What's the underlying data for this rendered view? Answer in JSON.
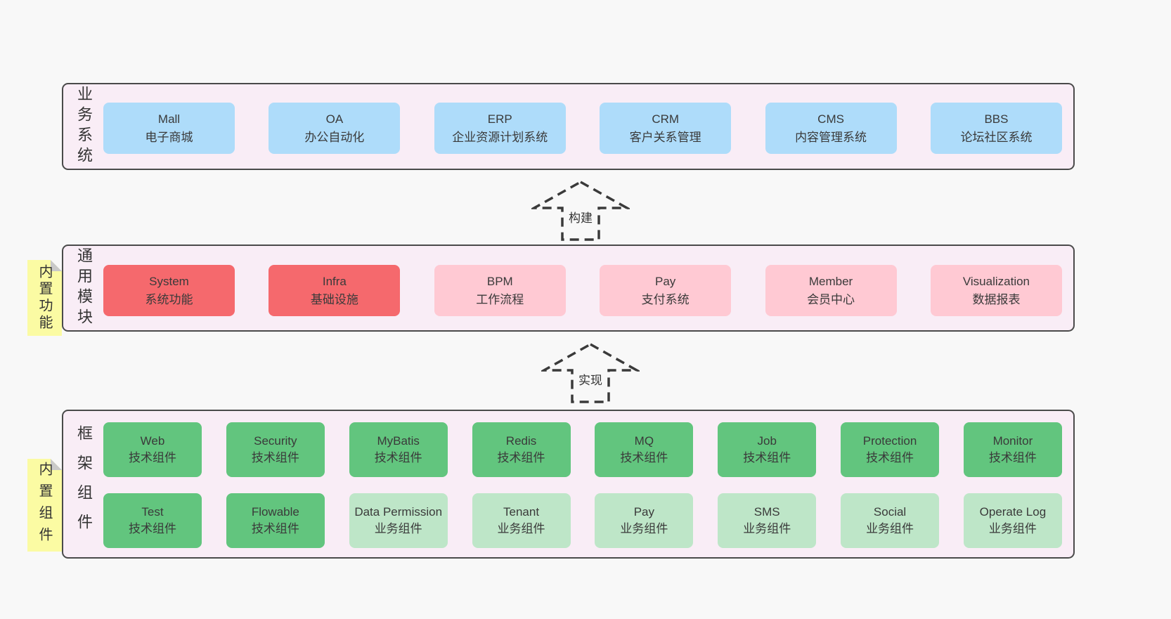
{
  "colors": {
    "page_bg": "#f8f8f8",
    "layer_bg": "#f9edf6",
    "layer_border": "#4a4a4a",
    "blue": "#aedcfa",
    "red": "#f5696d",
    "pink": "#ffc9d3",
    "green_dark": "#62c57e",
    "green_light": "#bee6c8",
    "note_yellow": "#fbfba3",
    "note_fold": "#c9c9c9",
    "text": "#3a3a3a"
  },
  "arrows": [
    {
      "label": "构建"
    },
    {
      "label": "实现"
    }
  ],
  "notes": [
    {
      "label": "内置功能"
    },
    {
      "label": "内置组件"
    }
  ],
  "layers": [
    {
      "label": "业务系统",
      "boxes": [
        {
          "title": "Mall",
          "subtitle": "电子商城",
          "variant": "blue"
        },
        {
          "title": "OA",
          "subtitle": "办公自动化",
          "variant": "blue"
        },
        {
          "title": "ERP",
          "subtitle": "企业资源计划系统",
          "variant": "blue"
        },
        {
          "title": "CRM",
          "subtitle": "客户关系管理",
          "variant": "blue"
        },
        {
          "title": "CMS",
          "subtitle": "内容管理系统",
          "variant": "blue"
        },
        {
          "title": "BBS",
          "subtitle": "论坛社区系统",
          "variant": "blue"
        }
      ]
    },
    {
      "label": "通用模块",
      "boxes": [
        {
          "title": "System",
          "subtitle": "系统功能",
          "variant": "red"
        },
        {
          "title": "Infra",
          "subtitle": "基础设施",
          "variant": "red"
        },
        {
          "title": "BPM",
          "subtitle": "工作流程",
          "variant": "pink"
        },
        {
          "title": "Pay",
          "subtitle": "支付系统",
          "variant": "pink"
        },
        {
          "title": "Member",
          "subtitle": "会员中心",
          "variant": "pink"
        },
        {
          "title": "Visualization",
          "subtitle": "数据报表",
          "variant": "pink"
        }
      ]
    },
    {
      "label": "框架组件",
      "rows": [
        [
          {
            "title": "Web",
            "subtitle": "技术组件",
            "variant": "green-dark"
          },
          {
            "title": "Security",
            "subtitle": "技术组件",
            "variant": "green-dark"
          },
          {
            "title": "MyBatis",
            "subtitle": "技术组件",
            "variant": "green-dark"
          },
          {
            "title": "Redis",
            "subtitle": "技术组件",
            "variant": "green-dark"
          },
          {
            "title": "MQ",
            "subtitle": "技术组件",
            "variant": "green-dark"
          },
          {
            "title": "Job",
            "subtitle": "技术组件",
            "variant": "green-dark"
          },
          {
            "title": "Protection",
            "subtitle": "技术组件",
            "variant": "green-dark"
          },
          {
            "title": "Monitor",
            "subtitle": "技术组件",
            "variant": "green-dark"
          }
        ],
        [
          {
            "title": "Test",
            "subtitle": "技术组件",
            "variant": "green-dark"
          },
          {
            "title": "Flowable",
            "subtitle": "技术组件",
            "variant": "green-dark"
          },
          {
            "title": "Data Permission",
            "subtitle": "业务组件",
            "variant": "green-light"
          },
          {
            "title": "Tenant",
            "subtitle": "业务组件",
            "variant": "green-light"
          },
          {
            "title": "Pay",
            "subtitle": "业务组件",
            "variant": "green-light"
          },
          {
            "title": "SMS",
            "subtitle": "业务组件",
            "variant": "green-light"
          },
          {
            "title": "Social",
            "subtitle": "业务组件",
            "variant": "green-light"
          },
          {
            "title": "Operate Log",
            "subtitle": "业务组件",
            "variant": "green-light"
          }
        ]
      ]
    }
  ]
}
